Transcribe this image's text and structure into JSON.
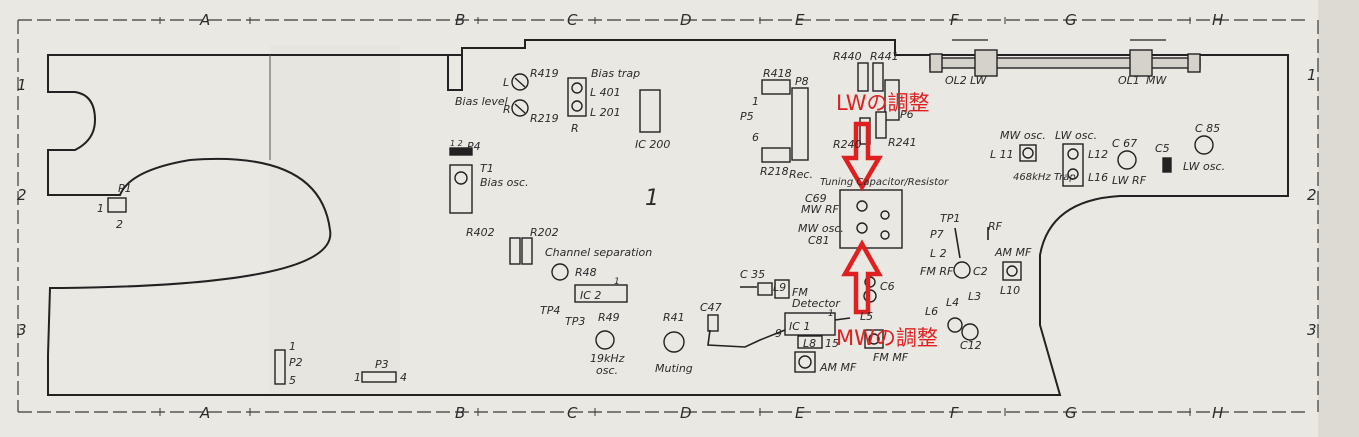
{
  "grid": {
    "columns": [
      "A",
      "B",
      "C",
      "D",
      "E",
      "F",
      "G",
      "H"
    ],
    "rows": [
      "1",
      "2",
      "3"
    ]
  },
  "labels": {
    "bias_level": "Bias level",
    "bias_trap": "Bias trap",
    "r419": "R419",
    "r219": "R219",
    "l401": "L 401",
    "l201": "L 201",
    "l": "L",
    "r": "R",
    "ic200": "IC 200",
    "r418": "R418",
    "p8": "P8",
    "p5": "P5",
    "pin1": "1",
    "pin6": "6",
    "r218": "R218",
    "rec": "Rec.",
    "r440": "R440",
    "r441": "R441",
    "r240": "R240",
    "r241": "R241",
    "p6": "P6",
    "ol2": "OL2",
    "lw": "LW",
    "ol1": "OL1",
    "mw": "MW",
    "mw_osc": "MW osc.",
    "lw_osc_top": "LW osc.",
    "l11": "L 11",
    "l12": "L12",
    "l16": "L16",
    "trap468": "468kHz Trap",
    "c67": "C 67",
    "c5": "C5",
    "lw_rf": "LW RF",
    "c85": "C 85",
    "lw_osc": "LW osc.",
    "p4": "P4",
    "p4_pins": "1 2",
    "t1": "T1",
    "bias_osc": "Bias osc.",
    "p1": "P1",
    "p1_1": "1",
    "p1_2": "2",
    "big1": "1",
    "tuning": "Tuning Capacitor/Resistor",
    "c69": "C69",
    "mw_rf": "MW RF",
    "mw_osc2": "MW osc.",
    "c81": "C81",
    "r402": "R402",
    "r202": "R202",
    "channel_sep": "Channel separation",
    "r48": "R48",
    "ic2": "IC 2",
    "ic2_pin": "1",
    "tp1": "TP1",
    "p7": "P7",
    "rf": "RF",
    "l2": "L 2",
    "fm_rf": "FM RF",
    "c2": "C2",
    "am_mf": "AM MF",
    "l10": "L10",
    "c35": "C 35",
    "fm": "FM",
    "l9": "L9",
    "detector": "Detector",
    "c6": "C6",
    "l5": "L5",
    "l6": "L6",
    "l4": "L4",
    "l3": "L3",
    "c12": "C12",
    "fm_mf": "FM MF",
    "c47": "C47",
    "ic1": "IC 1",
    "ic1_pin": "1",
    "l8": "L8",
    "pin9": "9",
    "pin15": "15",
    "am_mf2": "AM MF",
    "tp4": "TP4",
    "tp3": "TP3",
    "r49": "R49",
    "khz19": "19kHz",
    "osc": "osc.",
    "r41": "R41",
    "muting": "Muting",
    "p2": "P2",
    "p2_1": "1",
    "p2_5": "5",
    "p3": "P3",
    "p3_1": "1",
    "p3_4": "4"
  },
  "annotations": {
    "lw_adjust": "LWの調整",
    "mw_adjust": "MWの調整",
    "accent_color": "#e02020"
  }
}
